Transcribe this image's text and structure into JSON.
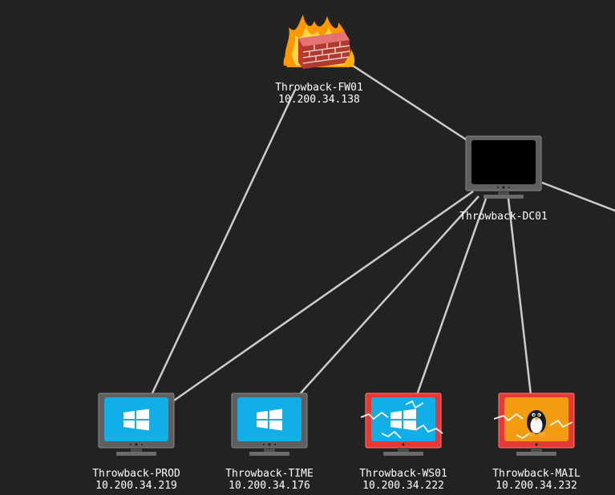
{
  "nodes": [
    {
      "id": "fw01",
      "name": "Throwback-FW01",
      "ip": "10.200.34.138",
      "icon": "firewall-icon",
      "status": "normal"
    },
    {
      "id": "dc01",
      "name": "Throwback-DC01",
      "ip": "",
      "icon": "monitor-blank-icon",
      "status": "normal"
    },
    {
      "id": "prod",
      "name": "Throwback-PROD",
      "ip": "10.200.34.219",
      "icon": "windows-monitor-icon",
      "status": "normal"
    },
    {
      "id": "time",
      "name": "Throwback-TIME",
      "ip": "10.200.34.176",
      "icon": "windows-monitor-icon",
      "status": "normal"
    },
    {
      "id": "ws01",
      "name": "Throwback-WS01",
      "ip": "10.200.34.222",
      "icon": "windows-monitor-icon",
      "status": "compromised"
    },
    {
      "id": "mail",
      "name": "Throwback-MAIL",
      "ip": "10.200.34.232",
      "icon": "linux-monitor-icon",
      "status": "compromised"
    }
  ],
  "edges": [
    {
      "from": "fw01",
      "to": "prod"
    },
    {
      "from": "fw01",
      "to": "dc01"
    },
    {
      "from": "dc01",
      "to": "prod"
    },
    {
      "from": "dc01",
      "to": "time"
    },
    {
      "from": "dc01",
      "to": "ws01"
    },
    {
      "from": "dc01",
      "to": "mail"
    },
    {
      "from": "dc01",
      "to": "offscreen-right"
    }
  ],
  "colors": {
    "background": "#222222",
    "edge": "#cccccc",
    "label": "#ffffff",
    "screen_windows": "#12aee8",
    "screen_linux": "#f39c12",
    "compromised_frame": "#e53935",
    "monitor_frame": "#5f5f5f"
  }
}
